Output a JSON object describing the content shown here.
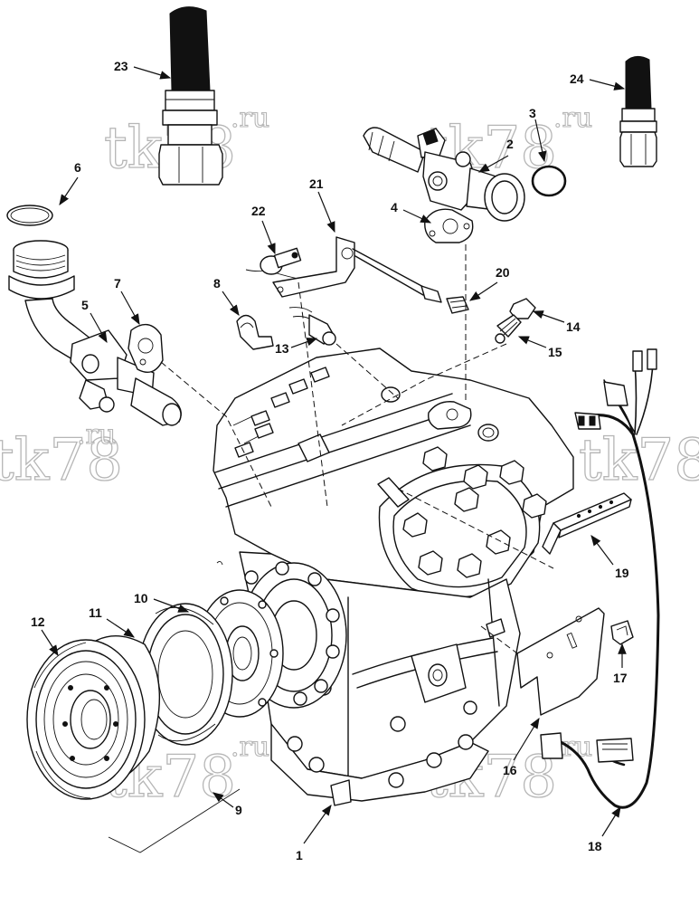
{
  "watermark": {
    "main": "tk78",
    "suffix": ".ru"
  },
  "callouts": [
    "1",
    "2",
    "3",
    "4",
    "5",
    "6",
    "7",
    "8",
    "9",
    "10",
    "11",
    "12",
    "13",
    "14",
    "15",
    "16",
    "17",
    "18",
    "19",
    "20",
    "21",
    "22",
    "23",
    "24"
  ]
}
